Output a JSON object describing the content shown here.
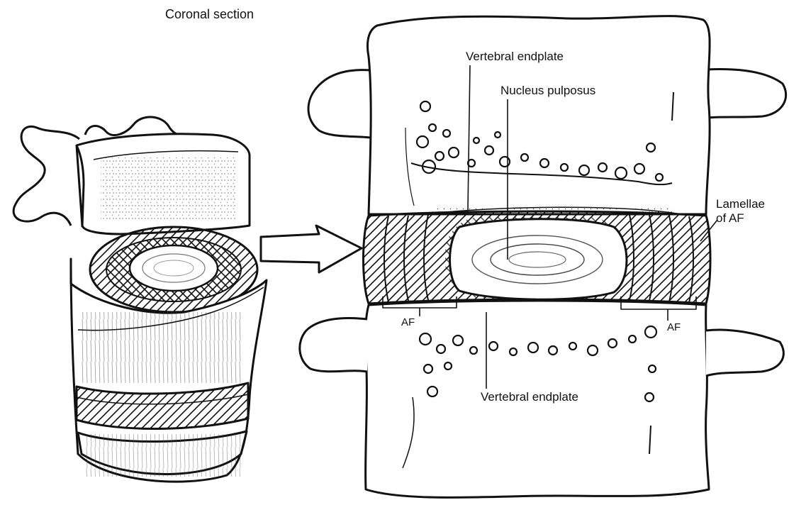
{
  "figure": {
    "title": "Coronal section",
    "labels": {
      "vertebral_endplate_top": "Vertebral endplate",
      "nucleus_pulposus": "Nucleus pulposus",
      "lamellae_line1": "Lamellae",
      "lamellae_line2": "of AF",
      "af_left": "AF",
      "af_right": "AF",
      "vertebral_endplate_bottom": "Vertebral endplate"
    }
  },
  "colors": {
    "ink": "#111111",
    "background": "#ffffff",
    "shade": "#dcdcdc"
  }
}
